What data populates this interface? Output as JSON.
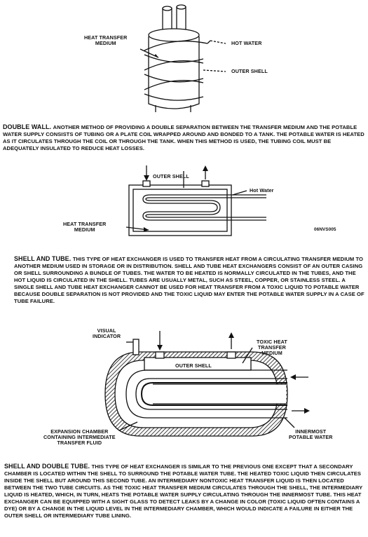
{
  "figures": {
    "fig1": {
      "labels": {
        "medium": "HEAT TRANSFER\nMEDIUM",
        "hot_water": "HOT WATER",
        "outer_shell": "OUTER SHELL"
      }
    },
    "fig2": {
      "labels": {
        "outer_shell": "OUTER SHELL",
        "hot_water": "Hot Water",
        "medium": "HEAT TRANSFER\nMEDIUM"
      },
      "code": "06NVS005"
    },
    "fig3": {
      "labels": {
        "visual_indicator": "VISUAL\nINDICATOR",
        "toxic_medium": "TOXIC HEAT\nTRANSFER\nMEDIUM",
        "outer_shell": "OUTER SHELL",
        "expansion": "EXPANSION CHAMBER\nCONTAINING INTERMEDIATE\nTRANSFER FLUID",
        "innermost": "INNERMOST\nPOTABLE WATER"
      }
    }
  },
  "paragraphs": {
    "double_wall": {
      "heading": "DOUBLE WALL.",
      "text": "ANOTHER METHOD OF PROVIDING A DOUBLE SEPARATION BETWEEN THE TRANSFER MEDIUM AND THE POTABLE WATER SUPPLY CONSISTS OF TUBING OR A PLATE COIL WRAPPED AROUND AND BONDED TO A TANK. THE POTABLE WATER IS HEATED AS IT CIRCULATES THROUGH THE COIL OR THROUGH THE TANK. WHEN THIS METHOD IS USED, THE TUBING COIL MUST BE ADEQUATELY INSULATED TO REDUCE HEAT LOSSES."
    },
    "shell_tube": {
      "heading": "SHELL AND TUBE.",
      "text": "THIS TYPE OF HEAT EXCHANGER IS USED TO TRANSFER HEAT FROM A CIRCULATING TRANSFER MEDIUM TO ANOTHER MEDIUM USED IN STORAGE OR IN DISTRIBUTION. SHELL AND TUBE HEAT EXCHANGERS CONSIST OF AN OUTER CASING OR SHELL SURROUNDING A BUNDLE OF TUBES. THE WATER TO BE HEATED IS NORMALLY CIRCULATED IN THE TUBES, AND THE HOT LIQUID IS CIRCULATED IN THE SHELL. TUBES ARE USUALLY METAL, SUCH AS STEEL, COPPER, OR STAINLESS STEEL. A SINGLE SHELL AND TUBE HEAT EXCHANGER CANNOT BE USED FOR HEAT TRANSFER FROM A TOXIC LIQUID TO POTABLE WATER BECAUSE DOUBLE SEPARATION IS NOT PROVIDED AND THE TOXIC LIQUID MAY ENTER THE POTABLE WATER SUPPLY IN A CASE OF TUBE FAILURE."
    },
    "shell_double_tube": {
      "heading": "SHELL AND DOUBLE TUBE.",
      "text": "THIS TYPE OF HEAT EXCHANGER IS SIMILAR TO THE PREVIOUS ONE EXCEPT THAT A SECONDARY CHAMBER IS LOCATED WITHIN THE SHELL TO SURROUND THE POTABLE WATER TUBE. THE HEATED TOXIC LIQUID THEN CIRCULATES INSIDE THE SHELL BUT AROUND THIS SECOND TUBE. AN INTERMEDIARY NONTOXIC HEAT TRANSFER LIQUID IS THEN LOCATED BETWEEN THE TWO TUBE CIRCUITS. AS THE TOXIC HEAT TRANSFER MEDIUM CIRCULATES THROUGH THE SHELL, THE INTERMEDIARY LIQUID IS HEATED, WHICH, IN TURN, HEATS THE POTABLE WATER SUPPLY CIRCULATING THROUGH THE INNERMOST TUBE. THIS HEAT EXCHANGER CAN BE EQUIPPED WITH A SIGHT GLASS TO DETECT LEAKS BY A CHANGE IN COLOR (TOXIC LIQUID OFTEN CONTAINS A DYE) OR BY A CHANGE IN THE LIQUID LEVEL IN THE INTERMEDIARY CHAMBER, WHICH WOULD INDICATE A FAILURE IN EITHER THE OUTER SHELL OR INTERMEDIARY TUBE LINING."
    }
  }
}
